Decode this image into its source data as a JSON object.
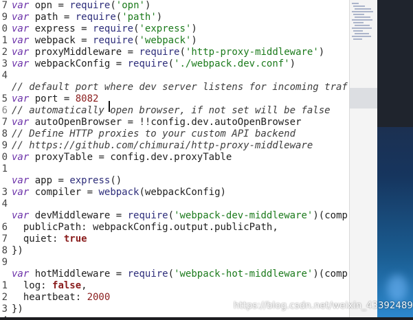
{
  "editor": {
    "gutter": [
      "7",
      "9",
      "0",
      "1",
      "2",
      "3",
      "4",
      "",
      "5",
      "6",
      "7",
      "8",
      "9",
      "0",
      "1",
      "",
      "3",
      "4",
      "",
      "6",
      "7",
      "8",
      "9",
      "",
      "1",
      "2",
      "3",
      "4"
    ],
    "active_line_index": 9,
    "lines": [
      [
        [
          "keyword",
          "var"
        ],
        [
          "plain",
          " "
        ],
        [
          "ident",
          "opn"
        ],
        [
          "plain",
          " = "
        ],
        [
          "func",
          "require"
        ],
        [
          "plain",
          "("
        ],
        [
          "string",
          "'opn'"
        ],
        [
          "plain",
          ")"
        ]
      ],
      [
        [
          "keyword",
          "var"
        ],
        [
          "plain",
          " "
        ],
        [
          "ident",
          "path"
        ],
        [
          "plain",
          " = "
        ],
        [
          "func",
          "require"
        ],
        [
          "plain",
          "("
        ],
        [
          "string",
          "'path'"
        ],
        [
          "plain",
          ")"
        ]
      ],
      [
        [
          "keyword",
          "var"
        ],
        [
          "plain",
          " "
        ],
        [
          "ident",
          "express"
        ],
        [
          "plain",
          " = "
        ],
        [
          "func",
          "require"
        ],
        [
          "plain",
          "("
        ],
        [
          "string",
          "'express'"
        ],
        [
          "plain",
          ")"
        ]
      ],
      [
        [
          "keyword",
          "var"
        ],
        [
          "plain",
          " "
        ],
        [
          "ident",
          "webpack"
        ],
        [
          "plain",
          " = "
        ],
        [
          "func",
          "require"
        ],
        [
          "plain",
          "("
        ],
        [
          "string",
          "'webpack'"
        ],
        [
          "plain",
          ")"
        ]
      ],
      [
        [
          "keyword",
          "var"
        ],
        [
          "plain",
          " "
        ],
        [
          "ident",
          "proxyMiddleware"
        ],
        [
          "plain",
          " = "
        ],
        [
          "func",
          "require"
        ],
        [
          "plain",
          "("
        ],
        [
          "string",
          "'http-proxy-middleware'"
        ],
        [
          "plain",
          ")"
        ]
      ],
      [
        [
          "keyword",
          "var"
        ],
        [
          "plain",
          " "
        ],
        [
          "ident",
          "webpackConfig"
        ],
        [
          "plain",
          " = "
        ],
        [
          "func",
          "require"
        ],
        [
          "plain",
          "("
        ],
        [
          "string",
          "'./webpack.dev.conf'"
        ],
        [
          "plain",
          ")"
        ]
      ],
      [],
      [
        [
          "comment",
          "// default port where dev server listens for incoming traf"
        ]
      ],
      [
        [
          "keyword",
          "var"
        ],
        [
          "plain",
          " "
        ],
        [
          "ident",
          "port"
        ],
        [
          "plain",
          " = "
        ],
        [
          "number",
          "8082"
        ]
      ],
      [
        [
          "comment",
          "// automatically open browser, if not set will be false"
        ]
      ],
      [
        [
          "keyword",
          "var"
        ],
        [
          "plain",
          " "
        ],
        [
          "ident",
          "autoOpenBrowser"
        ],
        [
          "plain",
          " = !!"
        ],
        [
          "ident",
          "config"
        ],
        [
          "plain",
          "."
        ],
        [
          "prop",
          "dev"
        ],
        [
          "plain",
          "."
        ],
        [
          "prop",
          "autoOpenBrowser"
        ]
      ],
      [
        [
          "comment",
          "// Define HTTP proxies to your custom API backend"
        ]
      ],
      [
        [
          "comment",
          "// https://github.com/chimurai/http-proxy-middleware"
        ]
      ],
      [
        [
          "keyword",
          "var"
        ],
        [
          "plain",
          " "
        ],
        [
          "ident",
          "proxyTable"
        ],
        [
          "plain",
          " = "
        ],
        [
          "ident",
          "config"
        ],
        [
          "plain",
          "."
        ],
        [
          "prop",
          "dev"
        ],
        [
          "plain",
          "."
        ],
        [
          "prop",
          "proxyTable"
        ]
      ],
      [],
      [
        [
          "keyword",
          "var"
        ],
        [
          "plain",
          " "
        ],
        [
          "ident",
          "app"
        ],
        [
          "plain",
          " = "
        ],
        [
          "func",
          "express"
        ],
        [
          "plain",
          "()"
        ]
      ],
      [
        [
          "keyword",
          "var"
        ],
        [
          "plain",
          " "
        ],
        [
          "ident",
          "compiler"
        ],
        [
          "plain",
          " = "
        ],
        [
          "func",
          "webpack"
        ],
        [
          "plain",
          "("
        ],
        [
          "ident",
          "webpackConfig"
        ],
        [
          "plain",
          ")"
        ]
      ],
      [],
      [
        [
          "keyword",
          "var"
        ],
        [
          "plain",
          " "
        ],
        [
          "ident",
          "devMiddleware"
        ],
        [
          "plain",
          " = "
        ],
        [
          "func",
          "require"
        ],
        [
          "plain",
          "("
        ],
        [
          "string",
          "'webpack-dev-middleware'"
        ],
        [
          "plain",
          ")(comp"
        ]
      ],
      [
        [
          "plain",
          "  "
        ],
        [
          "prop",
          "publicPath"
        ],
        [
          "plain",
          ": "
        ],
        [
          "ident",
          "webpackConfig"
        ],
        [
          "plain",
          "."
        ],
        [
          "prop",
          "output"
        ],
        [
          "plain",
          "."
        ],
        [
          "prop",
          "publicPath"
        ],
        [
          "plain",
          ","
        ]
      ],
      [
        [
          "plain",
          "  "
        ],
        [
          "prop",
          "quiet"
        ],
        [
          "plain",
          ": "
        ],
        [
          "bool",
          "true"
        ]
      ],
      [
        [
          "plain",
          "})"
        ]
      ],
      [],
      [
        [
          "keyword",
          "var"
        ],
        [
          "plain",
          " "
        ],
        [
          "ident",
          "hotMiddleware"
        ],
        [
          "plain",
          " = "
        ],
        [
          "func",
          "require"
        ],
        [
          "plain",
          "("
        ],
        [
          "string",
          "'webpack-hot-middleware'"
        ],
        [
          "plain",
          ")(comp"
        ]
      ],
      [
        [
          "plain",
          "  "
        ],
        [
          "prop",
          "log"
        ],
        [
          "plain",
          ": "
        ],
        [
          "bool",
          "false"
        ],
        [
          "plain",
          ","
        ]
      ],
      [
        [
          "plain",
          "  "
        ],
        [
          "prop",
          "heartbeat"
        ],
        [
          "plain",
          ": "
        ],
        [
          "number",
          "2000"
        ]
      ],
      [
        [
          "plain",
          "})"
        ]
      ]
    ]
  },
  "watermark": "https://blog.csdn.net/weixin_43392489"
}
